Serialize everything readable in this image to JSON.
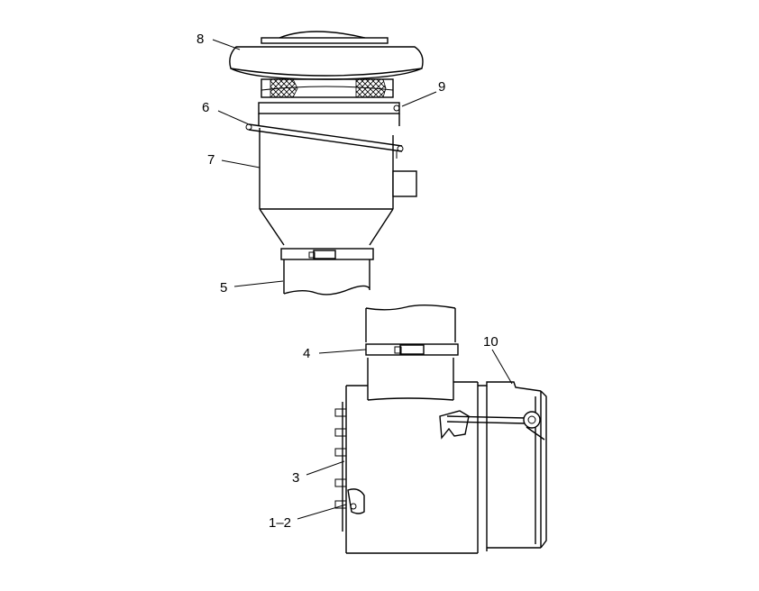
{
  "callouts": {
    "c8": "8",
    "c9": "9",
    "c6": "6",
    "c7": "7",
    "c5": "5",
    "c4": "4",
    "c10": "10",
    "c3": "3",
    "c12": "1–2"
  }
}
